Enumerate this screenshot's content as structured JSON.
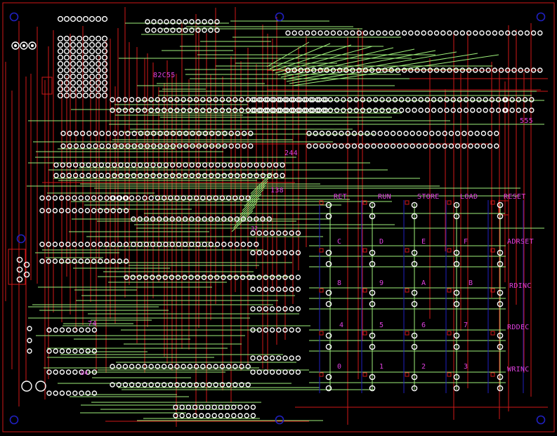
{
  "colors": {
    "background": "#000000",
    "trace_red": "#d01818",
    "trace_green": "#9ef07a",
    "silkscreen": "#e040e0",
    "pad_ring": "#ffffff",
    "via_blue": "#2020c0"
  },
  "chip_labels": {
    "ppi": "82C55",
    "timer": "555",
    "ic_244": "244",
    "ic_138": "138",
    "ic_74": "74",
    "ic_04": "04",
    "ic_32": "32"
  },
  "keypad": {
    "row0": [
      "RET",
      "RUN",
      "STORE",
      "LOAD",
      "RESET"
    ],
    "row1": [
      "C",
      "D",
      "E",
      "F",
      "ADRSET"
    ],
    "row2": [
      "8",
      "9",
      "A",
      "B",
      "RDINC"
    ],
    "row3": [
      "4",
      "5",
      "6",
      "7",
      "RDDEC"
    ],
    "row4": [
      "0",
      "1",
      "2",
      "3",
      "WRINC"
    ]
  }
}
